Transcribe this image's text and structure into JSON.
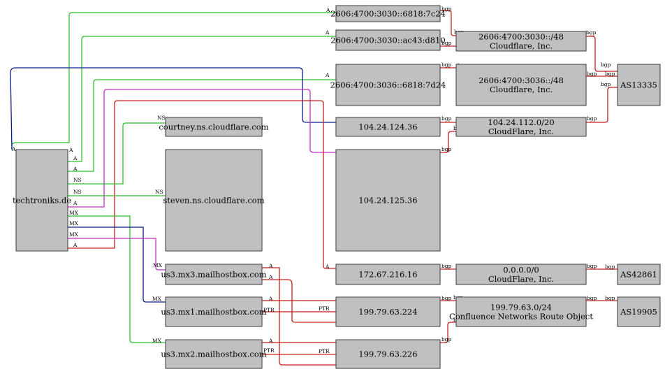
{
  "nodes": {
    "domain": "techtroniks.de",
    "ns1": "courtney.ns.cloudflare.com",
    "ns2": "steven.ns.cloudflare.com",
    "mx3": "us3.mx3.mailhostbox.com",
    "mx1": "us3.mx1.mailhostbox.com",
    "mx2": "us3.mx2.mailhostbox.com",
    "ip6a": "2606:4700:3030::6818:7c24",
    "ip6b": "2606:4700:3030::ac43:d810",
    "ip6c": "2606:4700:3036::6818:7d24",
    "ip4a": "104.24.124.36",
    "ip4b": "104.24.125.36",
    "ip4c": "172.67.216.16",
    "ip4d": "199.79.63.224",
    "ip4e": "199.79.63.226",
    "pfx1": [
      "2606:4700:3030::/48",
      "Cloudflare, Inc."
    ],
    "pfx2": [
      "2606:4700:3036::/48",
      "Cloudflare, Inc."
    ],
    "pfx3": [
      "104.24.112.0/20",
      "CloudFlare, Inc."
    ],
    "pfx4": [
      "0.0.0.0/0",
      "CloudFlare, Inc."
    ],
    "pfx5": [
      "199.79.63.0/24",
      "Confluence Networks Route Object"
    ],
    "as1": "AS13335",
    "as2": "AS42861",
    "as3": "AS19905"
  },
  "edges": [
    {
      "from": "domain",
      "to": "ip6a",
      "label": "A",
      "color": "#2fbf2f"
    },
    {
      "from": "domain",
      "to": "ip6b",
      "label": "A",
      "color": "#2fbf2f"
    },
    {
      "from": "domain",
      "to": "ip6c",
      "label": "A",
      "color": "#2fbf2f"
    },
    {
      "from": "domain",
      "to": "ip4a",
      "label": "A",
      "color": "#0f1a8a"
    },
    {
      "from": "domain",
      "to": "ip4b",
      "label": "A",
      "color": "#c030c0"
    },
    {
      "from": "domain",
      "to": "ip4c",
      "label": "A",
      "color": "#c81e1e"
    },
    {
      "from": "domain",
      "to": "ns1",
      "label": "NS",
      "color": "#2fbf2f"
    },
    {
      "from": "domain",
      "to": "ns2",
      "label": "NS",
      "color": "#2fbf2f"
    },
    {
      "from": "domain",
      "to": "mx2",
      "label": "MX",
      "color": "#2fbf2f"
    },
    {
      "from": "domain",
      "to": "mx1",
      "label": "MX",
      "color": "#0f1a8a"
    },
    {
      "from": "domain",
      "to": "mx3",
      "label": "MX",
      "color": "#c030c0"
    },
    {
      "from": "mx3",
      "to": "ip4d",
      "label": "A",
      "color": "#c81e1e"
    },
    {
      "from": "mx3",
      "to": "ip4e",
      "label": "A",
      "color": "#c81e1e"
    },
    {
      "from": "mx1",
      "to": "ip4d",
      "label": "A",
      "color": "#c81e1e"
    },
    {
      "from": "mx2",
      "to": "ip4e",
      "label": "A",
      "color": "#c81e1e"
    },
    {
      "from": "ip4d",
      "to": "mx1",
      "label": "PTR",
      "color": "#c81e1e"
    },
    {
      "from": "ip4e",
      "to": "mx2",
      "label": "PTR",
      "color": "#c81e1e"
    },
    {
      "from": "ip6a",
      "to": "pfx1",
      "label": "bgp",
      "color": "#c81e1e"
    },
    {
      "from": "ip6b",
      "to": "pfx1",
      "label": "bgp",
      "color": "#c81e1e"
    },
    {
      "from": "ip6c",
      "to": "pfx2",
      "label": "bgp",
      "color": "#c81e1e"
    },
    {
      "from": "ip4a",
      "to": "pfx3",
      "label": "bgp",
      "color": "#c81e1e"
    },
    {
      "from": "ip4b",
      "to": "pfx3",
      "label": "bgp",
      "color": "#c81e1e"
    },
    {
      "from": "ip4c",
      "to": "pfx4",
      "label": "bgp",
      "color": "#c81e1e"
    },
    {
      "from": "ip4d",
      "to": "pfx5",
      "label": "bgp",
      "color": "#c81e1e"
    },
    {
      "from": "ip4e",
      "to": "pfx5",
      "label": "bgp",
      "color": "#c81e1e"
    },
    {
      "from": "pfx1",
      "to": "as1",
      "label": "bgp",
      "color": "#c81e1e"
    },
    {
      "from": "pfx2",
      "to": "as1",
      "label": "bgp",
      "color": "#c81e1e"
    },
    {
      "from": "pfx3",
      "to": "as1",
      "label": "bgp",
      "color": "#c81e1e"
    },
    {
      "from": "pfx4",
      "to": "as2",
      "label": "bgp",
      "color": "#c81e1e"
    },
    {
      "from": "pfx5",
      "to": "as3",
      "label": "bgp",
      "color": "#c81e1e"
    }
  ]
}
